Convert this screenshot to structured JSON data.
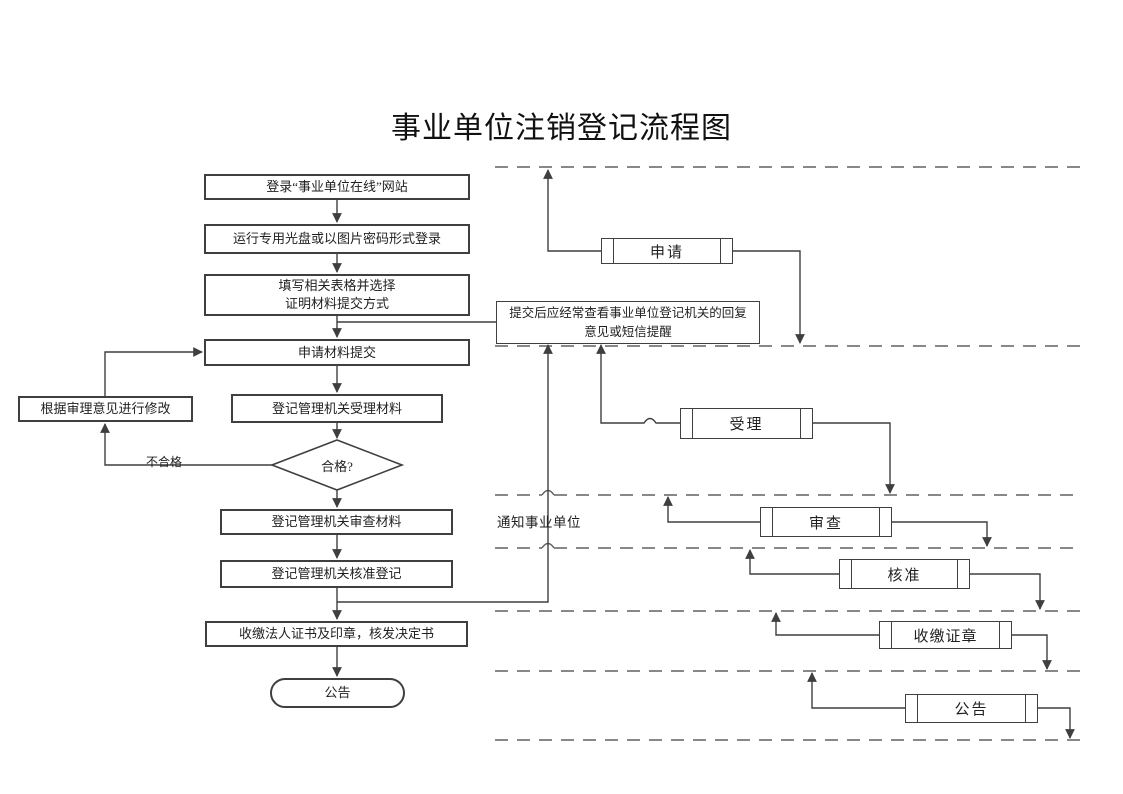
{
  "title": "事业单位注销登记流程图",
  "flowchart": {
    "steps": {
      "login": "登录“事业单位在线”网站",
      "run_disc": "运行专用光盘或以图片密码形式登录",
      "fill_form": {
        "line1": "填写相关表格并选择",
        "line2": "证明材料提交方式"
      },
      "submit_materials": "申请材料提交",
      "accept_materials": "登记管理机关受理材料",
      "decision": "合格?",
      "review_materials": "登记管理机关审查材料",
      "approve_registration": "登记管理机关核准登记",
      "collect_certificates": "收缴法人证书及印章，核发决定书",
      "announcement": "公告",
      "revise": "根据审理意见进行修改"
    },
    "edge_labels": {
      "not_qualified": "不合格",
      "notify_org": "通知事业单位"
    },
    "note": {
      "line1": "提交后应经常查看事业单位登记机关的回复",
      "line2": "意见或短信提醒"
    },
    "stages": {
      "apply": "申请",
      "accept": "受理",
      "review": "审查",
      "approve": "核准",
      "collect": "收缴证章",
      "announce": "公告"
    }
  },
  "colors": {
    "connector": "#3f3f3f",
    "lane_dashed": "#606060",
    "text": "#1f1f1f",
    "background": "#ffffff"
  }
}
